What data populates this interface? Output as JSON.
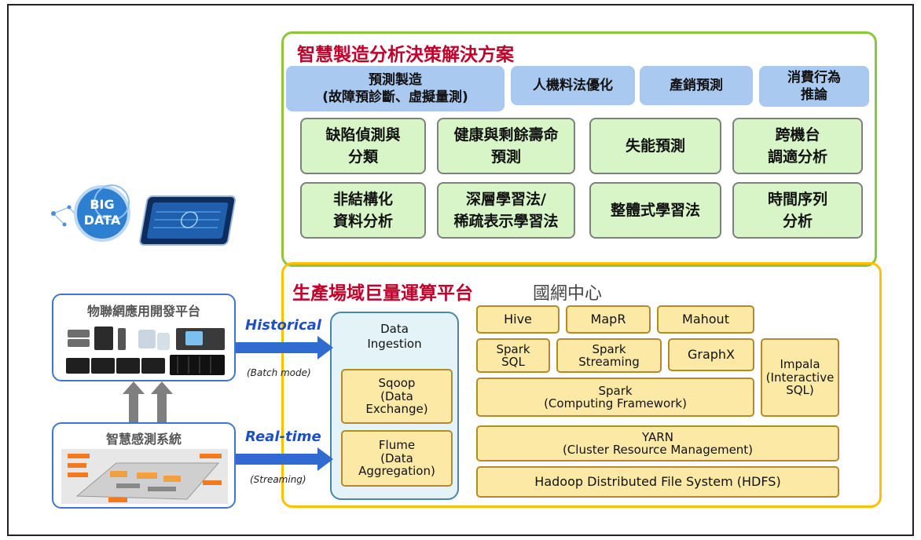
{
  "solutions": {
    "title": "智慧製造分析決策解決方案",
    "header_boxes": [
      {
        "line1": "預測製造",
        "line2": "(故障預診斷、虛擬量測)"
      },
      {
        "line1": "人機料法優化",
        "line2": ""
      },
      {
        "line1": "產銷預測",
        "line2": ""
      },
      {
        "line1": "消費行為",
        "line2": "推論"
      }
    ],
    "methods": [
      {
        "line1": "缺陷偵測與",
        "line2": "分類"
      },
      {
        "line1": "健康與剩餘壽命",
        "line2": "預測"
      },
      {
        "line1": "失能預測",
        "line2": ""
      },
      {
        "line1": "跨機台",
        "line2": "調適分析"
      },
      {
        "line1": "非結構化",
        "line2": "資料分析"
      },
      {
        "line1": "深層學習法/",
        "line2": "稀疏表示學習法"
      },
      {
        "line1": "整體式學習法",
        "line2": ""
      },
      {
        "line1": "時間序列",
        "line2": "分析"
      }
    ]
  },
  "big_data_logo": {
    "line1": "BIG",
    "line2": "DATA"
  },
  "platform": {
    "title": "生產場域巨量運算平台",
    "subtitle": "國網中心",
    "ingestion": {
      "title_line1": "Data",
      "title_line2": "Ingestion",
      "sqoop": {
        "name": "Sqoop",
        "line2": "(Data",
        "line3": "Exchange)"
      },
      "flume": {
        "name": "Flume",
        "line2": "(Data",
        "line3": "Aggregation)"
      }
    },
    "hive": "Hive",
    "mapr": "MapR",
    "mahout": "Mahout",
    "spark_sql": {
      "line1": "Spark",
      "line2": "SQL"
    },
    "spark_streaming": {
      "line1": "Spark",
      "line2": "Streaming"
    },
    "graphx": "GraphX",
    "impala": {
      "line1": "Impala",
      "line2": "(Interactive",
      "line3": "SQL)"
    },
    "spark": {
      "line1": "Spark",
      "line2": "(Computing Framework)"
    },
    "yarn": {
      "line1": "YARN",
      "line2": "(Cluster Resource Management)"
    },
    "hdfs": "Hadoop Distributed File System (HDFS)"
  },
  "iot_platform": {
    "title": "物聯網應用開發平台"
  },
  "sensing_system": {
    "title": "智慧感測系統"
  },
  "arrows": {
    "historical": "Historical",
    "batch_mode": "(Batch mode)",
    "realtime": "Real-time",
    "streaming": "(Streaming)"
  },
  "colors": {
    "green_border": "#8cc63f",
    "yellow_border": "#ffc000",
    "title_red": "#c0002a",
    "arrow_blue": "#1f4fc4"
  }
}
